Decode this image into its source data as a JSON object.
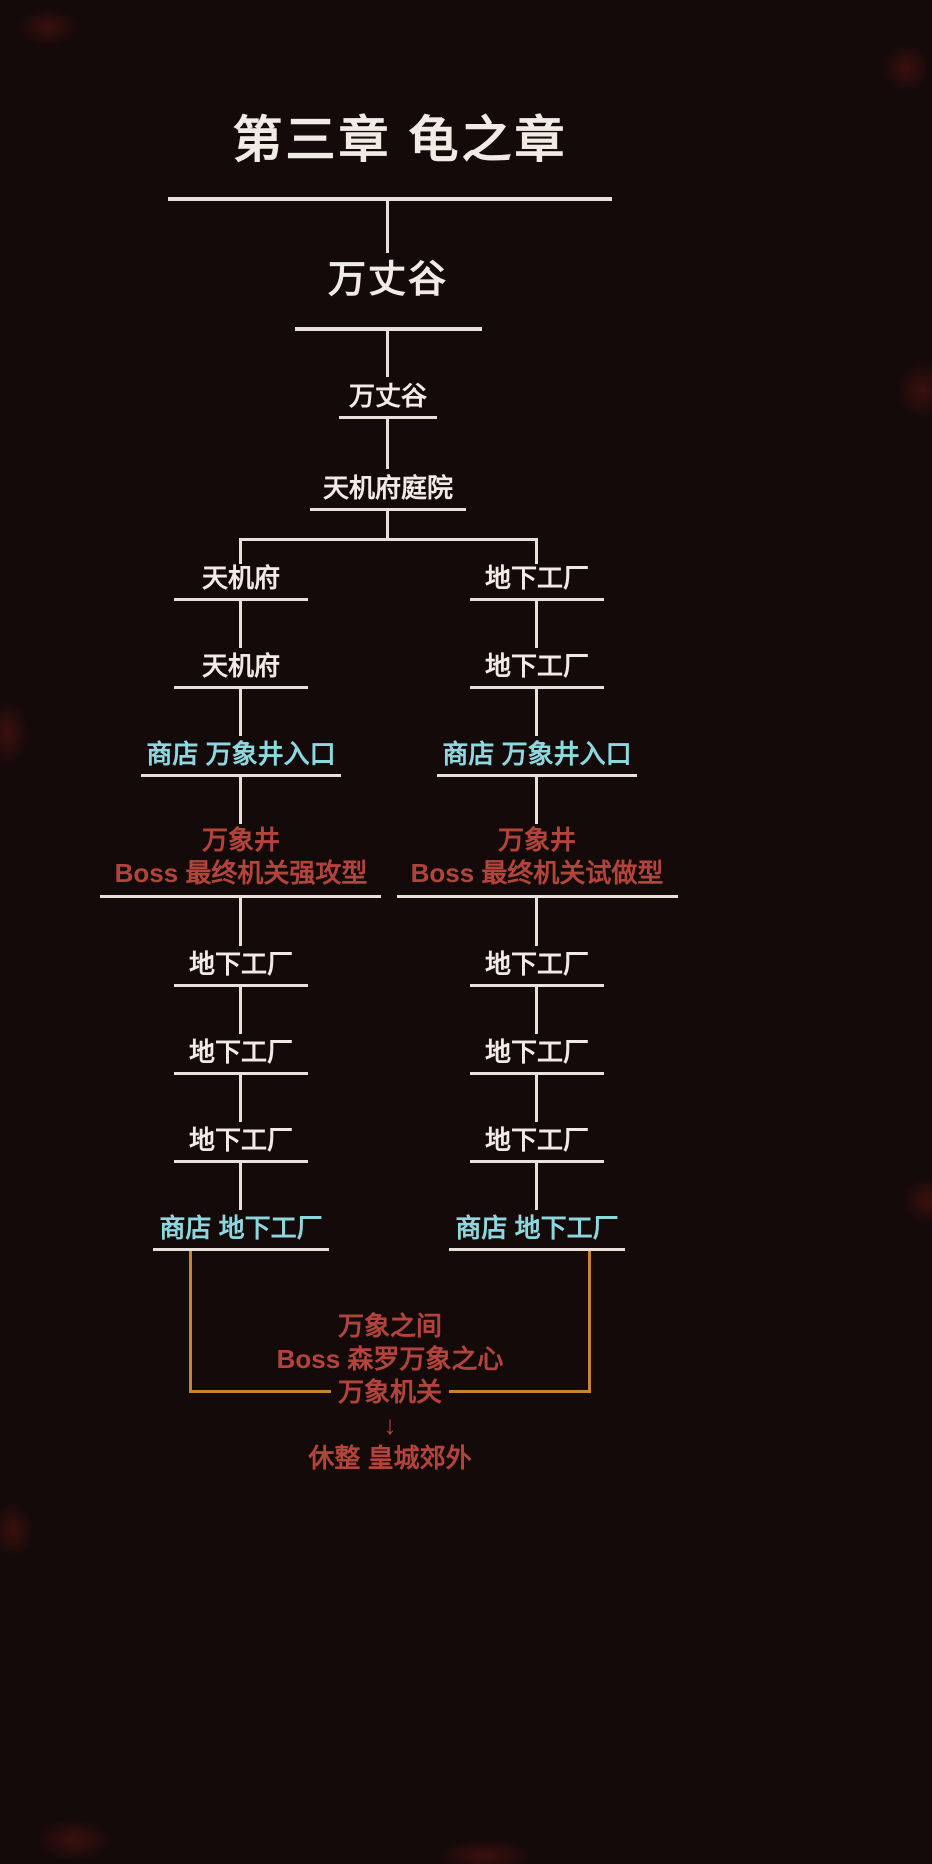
{
  "colors": {
    "bg": "#150a0a",
    "text": "#f1ebe5",
    "line": "#e7e1da",
    "shop": "#8ed7df",
    "boss": "#b2443c",
    "bracket": "#c5852d"
  },
  "header": {
    "chapter": "第三章 龟之章",
    "area": "万丈谷"
  },
  "trunk": {
    "node1": "万丈谷",
    "node2": "天机府庭院"
  },
  "left": {
    "row1": "天机府",
    "row2": "天机府",
    "row3": "商店 万象井入口",
    "boss_title": "万象井",
    "boss_name": "Boss 最终机关强攻型",
    "row5": "地下工厂",
    "row6": "地下工厂",
    "row7": "地下工厂",
    "row8": "商店 地下工厂"
  },
  "right": {
    "row1": "地下工厂",
    "row2": "地下工厂",
    "row3": "商店 万象井入口",
    "boss_title": "万象井",
    "boss_name": "Boss 最终机关试做型",
    "row5": "地下工厂",
    "row6": "地下工厂",
    "row7": "地下工厂",
    "row8": "商店 地下工厂"
  },
  "finale": {
    "line1": "万象之间",
    "line2": "Boss 森罗万象之心",
    "line3": "万象机关",
    "arrow": "↓",
    "line4": "休整 皇城郊外"
  }
}
